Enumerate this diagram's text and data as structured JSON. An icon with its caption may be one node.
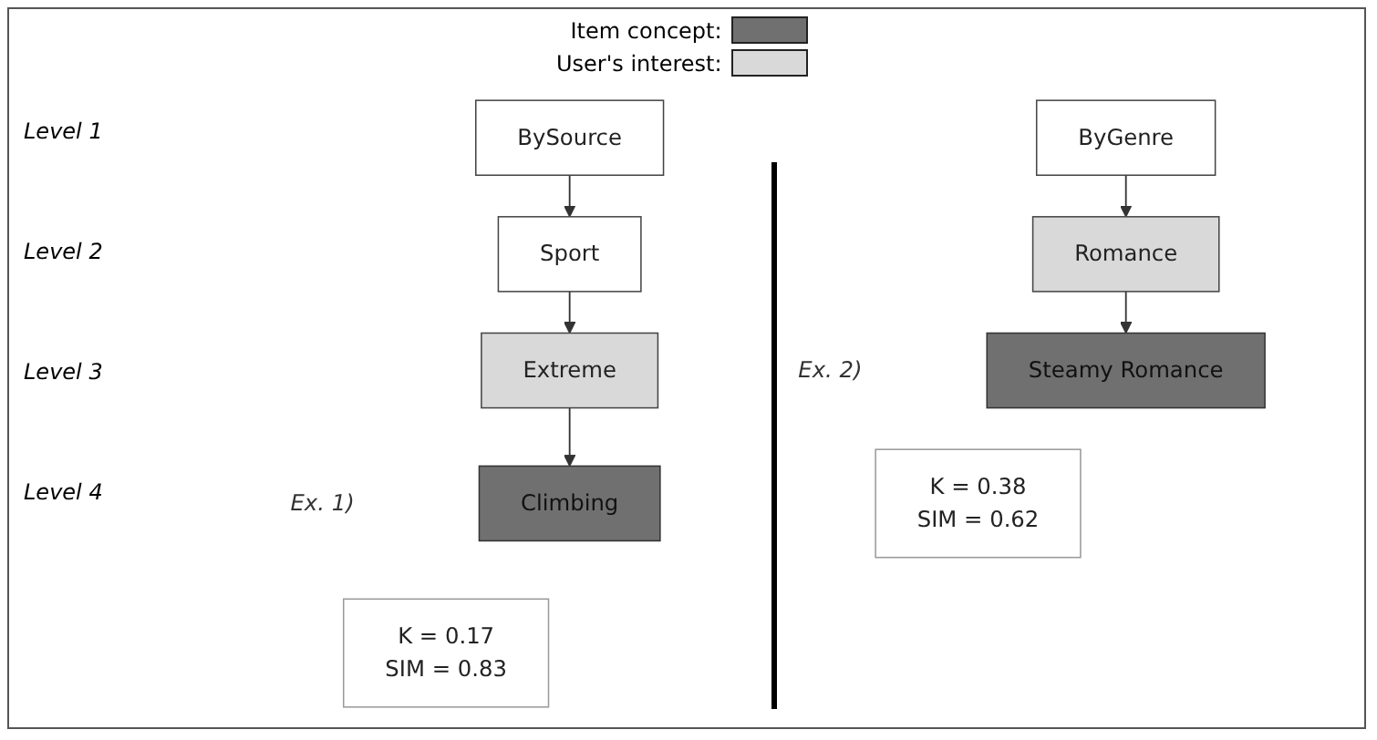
{
  "diagram": {
    "nodes": [
      {
        "text": [
          "BySource"
        ]
      },
      {
        "text": [
          "Sport"
        ]
      },
      {
        "text": [
          "Extreme"
        ]
      },
      {
        "text": [
          "Climbing"
        ]
      },
      {
        "text": [
          "ByGenre"
        ]
      },
      {
        "text": [
          "Romance"
        ]
      },
      {
        "text": [
          "Steamy Romance"
        ]
      },
      {
        "text": [
          "K = 0.17",
          "SIM = 0.83"
        ],
        "beside": [
          "Ex. 1)"
        ]
      },
      {
        "text": [
          "K = 0.38",
          "SIM = 0.62"
        ],
        "beside": [
          "Ex. 2)"
        ]
      }
    ],
    "edges": [
      {
        "from": 0,
        "to": 1,
        "arrow": "to"
      },
      {
        "from": 1,
        "to": 2,
        "arrow": "to"
      },
      {
        "from": 2,
        "to": 3,
        "arrow": "to"
      },
      {
        "from": 4,
        "to": 5,
        "arrow": "to"
      },
      {
        "from": 5,
        "to": 6,
        "arrow": "to"
      }
    ],
    "labels": [
      "Level 1",
      "Level 2",
      "Level 3",
      "Level 4"
    ],
    "legend": [
      {
        "text": "Item concept:",
        "color": "#707070"
      },
      {
        "text": "User's interest:",
        "color": "#d9d9d9"
      }
    ]
  }
}
